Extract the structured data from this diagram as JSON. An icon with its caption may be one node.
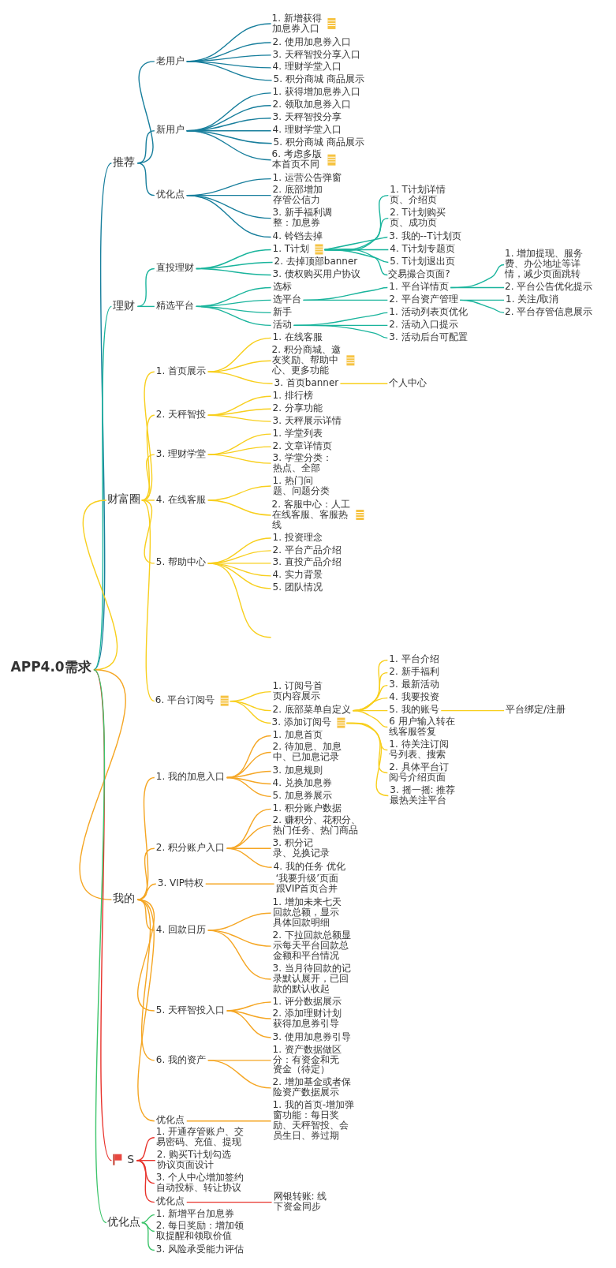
{
  "diagram": {
    "nodes": [
      {
        "text": [
          "APP4.0需求"
        ]
      },
      {
        "text": [
          "推荐"
        ]
      },
      {
        "text": [
          "老用户"
        ]
      },
      {
        "text": [
          "1. 新增获得加息券入口"
        ]
      },
      {
        "text": [
          "2. 使用加息券入口"
        ]
      },
      {
        "text": [
          "3. 天秤智投分享入口"
        ]
      },
      {
        "text": [
          "4. 理财学堂入口"
        ]
      },
      {
        "text": [
          "5. 积分商城 商品展示"
        ]
      },
      {
        "text": [
          "新用户"
        ]
      },
      {
        "text": [
          "1. 获得增加息券入口"
        ]
      },
      {
        "text": [
          "2. 领取加息券入口"
        ]
      },
      {
        "text": [
          "3. 天秤智投分享"
        ]
      },
      {
        "text": [
          "4. 理财学堂入口"
        ]
      },
      {
        "text": [
          "5. 积分商城 商品展示"
        ]
      },
      {
        "text": [
          "6. 考虑多版本首页不同"
        ]
      },
      {
        "text": [
          "优化点"
        ]
      },
      {
        "text": [
          "1. 运营公告弹窗"
        ]
      },
      {
        "text": [
          "2. 底部增加存管公信力"
        ]
      },
      {
        "text": [
          "3. 新手福利调整：加息券"
        ]
      },
      {
        "text": [
          "4. 铃铛去掉"
        ]
      },
      {
        "text": [
          "理财"
        ]
      },
      {
        "text": [
          "直投理财"
        ]
      },
      {
        "text": [
          "1. T计划"
        ]
      },
      {
        "text": [
          "1. T计划详情页、介绍页"
        ]
      },
      {
        "text": [
          "2. T计划购买页、成功页"
        ]
      },
      {
        "text": [
          "3. 我的--T计划页"
        ]
      },
      {
        "text": [
          "4. T计划专题页"
        ]
      },
      {
        "text": [
          "5. T计划退出页"
        ]
      },
      {
        "text": [
          "交易撮合页面?"
        ]
      },
      {
        "text": [
          "2. 去掉顶部banner"
        ]
      },
      {
        "text": [
          "3. 债权购买用户协议"
        ]
      },
      {
        "text": [
          "精选平台"
        ]
      },
      {
        "text": [
          "选标"
        ]
      },
      {
        "text": [
          "选平台"
        ]
      },
      {
        "text": [
          "1. 平台详情页"
        ]
      },
      {
        "text": [
          "1. 增加提现、服务费、办公地址等详情，减少页面跳转"
        ]
      },
      {
        "text": [
          "2. 平台公告优化提示"
        ]
      },
      {
        "text": [
          "2. 平台资产管理"
        ]
      },
      {
        "text": [
          "1. 关注/取消"
        ]
      },
      {
        "text": [
          "2. 平台存管信息展示"
        ]
      },
      {
        "text": [
          "新手"
        ]
      },
      {
        "text": [
          "活动"
        ]
      },
      {
        "text": [
          "1. 活动列表页优化"
        ]
      },
      {
        "text": [
          "2. 活动入口提示"
        ]
      },
      {
        "text": [
          "3. 活动后台可配置"
        ]
      },
      {
        "text": [
          "财富圈"
        ]
      },
      {
        "text": [
          "1. 首页展示"
        ]
      },
      {
        "text": [
          "1. 在线客服"
        ]
      },
      {
        "text": [
          "2. 积分商城、邀友奖励、帮助中心、更多功能"
        ]
      },
      {
        "text": [
          "3. 首页banner"
        ]
      },
      {
        "text": [
          "个人中心"
        ]
      },
      {
        "text": [
          "2. 天秤智投"
        ]
      },
      {
        "text": [
          "1. 排行榜"
        ]
      },
      {
        "text": [
          "2. 分享功能"
        ]
      },
      {
        "text": [
          "3. 天秤展示详情"
        ]
      },
      {
        "text": [
          "3. 理财学堂"
        ]
      },
      {
        "text": [
          "1. 学堂列表"
        ]
      },
      {
        "text": [
          "2. 文章详情页"
        ]
      },
      {
        "text": [
          "3. 学堂分类：热点、全部"
        ]
      },
      {
        "text": [
          "4. 在线客服"
        ]
      },
      {
        "text": [
          "1. 热门问题、问题分类"
        ]
      },
      {
        "text": [
          "2. 客服中心：人工在线客服、客服热线"
        ]
      },
      {
        "text": [
          "5. 帮助中心"
        ]
      },
      {
        "text": [
          "1. 投资理念"
        ]
      },
      {
        "text": [
          "2. 平台产品介绍"
        ]
      },
      {
        "text": [
          "3. 直投产品介绍"
        ]
      },
      {
        "text": [
          "4. 实力背景"
        ]
      },
      {
        "text": [
          "5. 团队情况"
        ]
      },
      {
        "text": [
          "6. 平台订阅号"
        ]
      },
      {
        "text": [
          "1. 订阅号首页内容展示"
        ]
      },
      {
        "text": [
          "2. 底部菜单自定义"
        ]
      },
      {
        "text": [
          "1. 平台介绍"
        ]
      },
      {
        "text": [
          "2. 新手福利"
        ]
      },
      {
        "text": [
          "3. 最新活动"
        ]
      },
      {
        "text": [
          "4. 我要投资"
        ]
      },
      {
        "text": [
          "5. 我的账号"
        ]
      },
      {
        "text": [
          "平台绑定/注册"
        ]
      },
      {
        "text": [
          "6 用户输入转在线客服答复"
        ]
      },
      {
        "text": [
          "3. 添加订阅号"
        ]
      },
      {
        "text": [
          "1. 待关注订阅号列表、搜索"
        ]
      },
      {
        "text": [
          "2. 具体平台订阅号介绍页面"
        ]
      },
      {
        "text": [
          "3. 摇一摇: 推荐最热关注平台"
        ]
      },
      {
        "text": [
          "我的"
        ]
      },
      {
        "text": [
          "1. 我的加息入口"
        ]
      },
      {
        "text": [
          "1. 加息首页"
        ]
      },
      {
        "text": [
          "2. 待加息、加息中、已加息记录"
        ]
      },
      {
        "text": [
          "3. 加息规则"
        ]
      },
      {
        "text": [
          "4. 兑换加息券"
        ]
      },
      {
        "text": [
          "5. 加息券展示"
        ]
      },
      {
        "text": [
          "2. 积分账户入口"
        ]
      },
      {
        "text": [
          "1. 积分账户数据"
        ]
      },
      {
        "text": [
          "2. 赚积分、花积分、热门任务、热门商品"
        ]
      },
      {
        "text": [
          "3. 积分记录、兑换记录"
        ]
      },
      {
        "text": [
          "4. 我的任务 优化"
        ]
      },
      {
        "text": [
          "3. VIP特权"
        ]
      },
      {
        "text": [
          "‘我要升级’页面跟VIP首页合并"
        ]
      },
      {
        "text": [
          "4. 回款日历"
        ]
      },
      {
        "text": [
          "1. 增加未来七天回款总额，显示具体回款明细"
        ]
      },
      {
        "text": [
          "2. 下拉回款总额显示每天平台回款总金额和平台情况"
        ]
      },
      {
        "text": [
          "3. 当月待回款的记录默认展开，已回款的默认收起"
        ]
      },
      {
        "text": [
          "5. 天秤智投入口"
        ]
      },
      {
        "text": [
          "1. 评分数据展示"
        ]
      },
      {
        "text": [
          "2. 添加理财计划获得加息券引导"
        ]
      },
      {
        "text": [
          "3. 使用加息券引导"
        ]
      },
      {
        "text": [
          "6. 我的资产"
        ]
      },
      {
        "text": [
          "1. 资产数据做区分：有资金和无资金（待定）"
        ]
      },
      {
        "text": [
          "2. 增加基金或者保险资产数据展示"
        ]
      },
      {
        "text": [
          "优化点"
        ]
      },
      {
        "text": [
          "1. 我的首页-增加弹窗功能：每日奖励、天秤智投、会员生日、券过期"
        ]
      },
      {
        "text": [
          "S"
        ]
      },
      {
        "text": [
          "1. 开通存管账户、交易密码、充值、提现"
        ]
      },
      {
        "text": [
          "2. 购买T计划勾选协议页面设计"
        ]
      },
      {
        "text": [
          "3. 个人中心增加签约自动投标、转让协议"
        ]
      },
      {
        "text": [
          "优化点"
        ]
      },
      {
        "text": [
          "网银转账: 线下资金同步"
        ]
      },
      {
        "text": [
          "优化点"
        ]
      },
      {
        "text": [
          "1. 新增平台加息券"
        ]
      },
      {
        "text": [
          "2. 每日奖励：增加领取提醒和领取价值"
        ]
      },
      {
        "text": [
          "3. 风险承受能力评估"
        ]
      }
    ],
    "edges": [
      {
        "from": 0,
        "to": 1,
        "arrow": "none",
        "color": "#177e9c"
      },
      {
        "from": 1,
        "to": 2,
        "arrow": "none",
        "color": "#177e9c"
      },
      {
        "from": 2,
        "to": 3,
        "arrow": "none",
        "color": "#177e9c"
      },
      {
        "from": 2,
        "to": 4,
        "arrow": "none",
        "color": "#177e9c"
      },
      {
        "from": 2,
        "to": 5,
        "arrow": "none",
        "color": "#177e9c"
      },
      {
        "from": 2,
        "to": 6,
        "arrow": "none",
        "color": "#177e9c"
      },
      {
        "from": 2,
        "to": 7,
        "arrow": "none",
        "color": "#177e9c"
      },
      {
        "from": 1,
        "to": 8,
        "arrow": "none",
        "color": "#177e9c"
      },
      {
        "from": 8,
        "to": 9,
        "arrow": "none",
        "color": "#177e9c"
      },
      {
        "from": 8,
        "to": 10,
        "arrow": "none",
        "color": "#177e9c"
      },
      {
        "from": 8,
        "to": 11,
        "arrow": "none",
        "color": "#177e9c"
      },
      {
        "from": 8,
        "to": 12,
        "arrow": "none",
        "color": "#177e9c"
      },
      {
        "from": 8,
        "to": 13,
        "arrow": "none",
        "color": "#177e9c"
      },
      {
        "from": 8,
        "to": 14,
        "arrow": "none",
        "color": "#177e9c"
      },
      {
        "from": 1,
        "to": 15,
        "arrow": "none",
        "color": "#177e9c"
      },
      {
        "from": 15,
        "to": 16,
        "arrow": "none",
        "color": "#177e9c"
      },
      {
        "from": 15,
        "to": 17,
        "arrow": "none",
        "color": "#177e9c"
      },
      {
        "from": 15,
        "to": 18,
        "arrow": "none",
        "color": "#177e9c"
      },
      {
        "from": 15,
        "to": 19,
        "arrow": "none",
        "color": "#177e9c"
      },
      {
        "from": 0,
        "to": 20,
        "arrow": "none",
        "color": "#19b49c"
      },
      {
        "from": 20,
        "to": 21,
        "arrow": "none",
        "color": "#19b49c"
      },
      {
        "from": 21,
        "to": 22,
        "arrow": "none",
        "color": "#19b49c"
      },
      {
        "from": 22,
        "to": 23,
        "arrow": "none",
        "color": "#19b49c"
      },
      {
        "from": 22,
        "to": 24,
        "arrow": "none",
        "color": "#19b49c"
      },
      {
        "from": 22,
        "to": 25,
        "arrow": "none",
        "color": "#19b49c"
      },
      {
        "from": 22,
        "to": 26,
        "arrow": "none",
        "color": "#19b49c"
      },
      {
        "from": 22,
        "to": 27,
        "arrow": "none",
        "color": "#19b49c"
      },
      {
        "from": 22,
        "to": 28,
        "arrow": "none",
        "color": "#19b49c"
      },
      {
        "from": 21,
        "to": 29,
        "arrow": "none",
        "color": "#19b49c"
      },
      {
        "from": 21,
        "to": 30,
        "arrow": "none",
        "color": "#19b49c"
      },
      {
        "from": 20,
        "to": 31,
        "arrow": "none",
        "color": "#19b49c"
      },
      {
        "from": 31,
        "to": 32,
        "arrow": "none",
        "color": "#19b49c"
      },
      {
        "from": 31,
        "to": 33,
        "arrow": "none",
        "color": "#19b49c"
      },
      {
        "from": 33,
        "to": 34,
        "arrow": "none",
        "color": "#19b49c"
      },
      {
        "from": 34,
        "to": 35,
        "arrow": "none",
        "color": "#19b49c"
      },
      {
        "from": 34,
        "to": 36,
        "arrow": "none",
        "color": "#19b49c"
      },
      {
        "from": 33,
        "to": 37,
        "arrow": "none",
        "color": "#19b49c"
      },
      {
        "from": 37,
        "to": 38,
        "arrow": "none",
        "color": "#19b49c"
      },
      {
        "from": 37,
        "to": 39,
        "arrow": "none",
        "color": "#19b49c"
      },
      {
        "from": 31,
        "to": 40,
        "arrow": "none",
        "color": "#19b49c"
      },
      {
        "from": 31,
        "to": 41,
        "arrow": "none",
        "color": "#19b49c"
      },
      {
        "from": 41,
        "to": 42,
        "arrow": "none",
        "color": "#19b49c"
      },
      {
        "from": 41,
        "to": 43,
        "arrow": "none",
        "color": "#19b49c"
      },
      {
        "from": 41,
        "to": 44,
        "arrow": "none",
        "color": "#19b49c"
      },
      {
        "from": 0,
        "to": 45,
        "arrow": "none"
      },
      {
        "from": 45,
        "to": 46,
        "arrow": "none"
      },
      {
        "from": 46,
        "to": 47,
        "arrow": "none"
      },
      {
        "from": 46,
        "to": 48,
        "arrow": "none"
      },
      {
        "from": 46,
        "to": 49,
        "arrow": "none"
      },
      {
        "from": 49,
        "to": 50,
        "arrow": "none"
      },
      {
        "from": 45,
        "to": 51,
        "arrow": "none"
      },
      {
        "from": 51,
        "to": 52,
        "arrow": "none"
      },
      {
        "from": 51,
        "to": 53,
        "arrow": "none"
      },
      {
        "from": 51,
        "to": 54,
        "arrow": "none"
      },
      {
        "from": 45,
        "to": 55,
        "arrow": "none"
      },
      {
        "from": 55,
        "to": 56,
        "arrow": "none"
      },
      {
        "from": 55,
        "to": 57,
        "arrow": "none"
      },
      {
        "from": 55,
        "to": 58,
        "arrow": "none"
      },
      {
        "from": 45,
        "to": 59,
        "arrow": "none"
      },
      {
        "from": 59,
        "to": 60,
        "arrow": "none"
      },
      {
        "from": 59,
        "to": 61,
        "arrow": "none"
      },
      {
        "from": 45,
        "to": 62,
        "arrow": "none"
      },
      {
        "from": 62,
        "to": 63,
        "arrow": "none"
      },
      {
        "from": 62,
        "to": 64,
        "arrow": "none"
      },
      {
        "from": 62,
        "to": 65,
        "arrow": "none"
      },
      {
        "from": 62,
        "to": 66,
        "arrow": "none"
      },
      {
        "from": 62,
        "to": 67,
        "arrow": "none"
      },
      {
        "from": 62,
        "to": null,
        "arrow": "none"
      },
      {
        "from": 45,
        "to": 68,
        "arrow": "none"
      },
      {
        "from": 68,
        "to": 69,
        "arrow": "none"
      },
      {
        "from": 68,
        "to": 70,
        "arrow": "none"
      },
      {
        "from": 70,
        "to": 71,
        "arrow": "none"
      },
      {
        "from": 70,
        "to": 72,
        "arrow": "none"
      },
      {
        "from": 70,
        "to": 73,
        "arrow": "none"
      },
      {
        "from": 70,
        "to": 74,
        "arrow": "none"
      },
      {
        "from": 70,
        "to": 75,
        "arrow": "none"
      },
      {
        "from": 75,
        "to": 76,
        "arrow": "none"
      },
      {
        "from": 70,
        "to": 77,
        "arrow": "none"
      },
      {
        "from": 68,
        "to": 78,
        "arrow": "none"
      },
      {
        "from": 78,
        "to": 79,
        "arrow": "none"
      },
      {
        "from": 78,
        "to": 80,
        "arrow": "none"
      },
      {
        "from": 78,
        "to": 81,
        "arrow": "none"
      },
      {
        "from": 0,
        "to": 82,
        "arrow": "none",
        "color": "#f5a623"
      },
      {
        "from": 82,
        "to": 83,
        "arrow": "none",
        "color": "#f5a623"
      },
      {
        "from": 83,
        "to": 84,
        "arrow": "none",
        "color": "#f5a623"
      },
      {
        "from": 83,
        "to": 85,
        "arrow": "none",
        "color": "#f5a623"
      },
      {
        "from": 83,
        "to": 86,
        "arrow": "none",
        "color": "#f5a623"
      },
      {
        "from": 83,
        "to": 87,
        "arrow": "none",
        "color": "#f5a623"
      },
      {
        "from": 83,
        "to": 88,
        "arrow": "none",
        "color": "#f5a623"
      },
      {
        "from": 82,
        "to": 89,
        "arrow": "none",
        "color": "#f5a623"
      },
      {
        "from": 89,
        "to": 90,
        "arrow": "none",
        "color": "#f5a623"
      },
      {
        "from": 89,
        "to": 91,
        "arrow": "none",
        "color": "#f5a623"
      },
      {
        "from": 89,
        "to": 92,
        "arrow": "none",
        "color": "#f5a623"
      },
      {
        "from": 89,
        "to": 93,
        "arrow": "none",
        "color": "#f5a623"
      },
      {
        "from": 82,
        "to": 94,
        "arrow": "none",
        "color": "#f5a623"
      },
      {
        "from": 94,
        "to": 95,
        "arrow": "none",
        "color": "#f5a623"
      },
      {
        "from": 82,
        "to": 96,
        "arrow": "none",
        "color": "#f5a623"
      },
      {
        "from": 96,
        "to": 97,
        "arrow": "none",
        "color": "#f5a623"
      },
      {
        "from": 96,
        "to": 98,
        "arrow": "none",
        "color": "#f5a623"
      },
      {
        "from": 96,
        "to": 99,
        "arrow": "none",
        "color": "#f5a623"
      },
      {
        "from": 82,
        "to": 100,
        "arrow": "none",
        "color": "#f5a623"
      },
      {
        "from": 100,
        "to": 101,
        "arrow": "none",
        "color": "#f5a623"
      },
      {
        "from": 100,
        "to": 102,
        "arrow": "none",
        "color": "#f5a623"
      },
      {
        "from": 100,
        "to": 103,
        "arrow": "none",
        "color": "#f5a623"
      },
      {
        "from": 82,
        "to": 104,
        "arrow": "none",
        "color": "#f5a623"
      },
      {
        "from": 104,
        "to": 105,
        "arrow": "none",
        "color": "#f5a623"
      },
      {
        "from": 104,
        "to": 106,
        "arrow": "none",
        "color": "#f5a623"
      },
      {
        "from": 82,
        "to": 107,
        "arrow": "none",
        "color": "#f5a623"
      },
      {
        "from": 107,
        "to": 108,
        "arrow": "none",
        "color": "#f5a623"
      },
      {
        "from": 0,
        "to": 109,
        "arrow": "none",
        "color": "#e8322b"
      },
      {
        "from": 109,
        "to": 110,
        "arrow": "none",
        "color": "#e8322b"
      },
      {
        "from": 109,
        "to": 111,
        "arrow": "none",
        "color": "#e8322b"
      },
      {
        "from": 109,
        "to": 112,
        "arrow": "none",
        "color": "#e8322b"
      },
      {
        "from": 109,
        "to": 113,
        "arrow": "none",
        "color": "#e8322b"
      },
      {
        "from": 113,
        "to": 114,
        "arrow": "none",
        "color": "#e8322b"
      },
      {
        "from": 0,
        "to": 115,
        "arrow": "none",
        "color": "#3cc46a"
      },
      {
        "from": 115,
        "to": 116,
        "arrow": "none",
        "color": "#3cc46a"
      },
      {
        "from": 115,
        "to": 117,
        "arrow": "none",
        "color": "#3cc46a"
      },
      {
        "from": 115,
        "to": 118,
        "arrow": "none",
        "color": "#3cc46a"
      }
    ]
  }
}
